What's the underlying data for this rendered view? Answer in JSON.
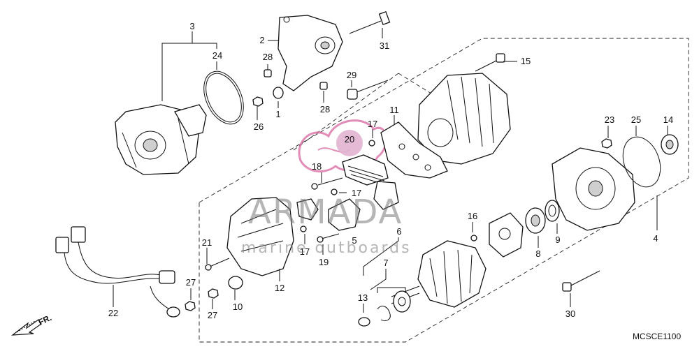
{
  "diagram": {
    "code": "MCSCE1100",
    "direction_label": "FR.",
    "watermark": {
      "brand": "ARMADA",
      "tagline": "marine outboards"
    },
    "callouts": {
      "c1": "1",
      "c2": "2",
      "c3": "3",
      "c4": "4",
      "c5": "5",
      "c6": "6",
      "c7": "7",
      "c8": "8",
      "c9": "9",
      "c10": "10",
      "c11": "11",
      "c12": "12",
      "c13": "13",
      "c14": "14",
      "c15": "15",
      "c16": "16",
      "c17a": "17",
      "c17b": "17",
      "c17c": "17",
      "c18": "18",
      "c19": "19",
      "c20": "20",
      "c21": "21",
      "c22": "22",
      "c23": "23",
      "c24": "24",
      "c25": "25",
      "c26": "26",
      "c27a": "27",
      "c27b": "27",
      "c28a": "28",
      "c28b": "28",
      "c29": "29",
      "c30": "30",
      "c31": "31"
    },
    "colors": {
      "line": "#111111",
      "logo_pink": "#d9679f",
      "highlight_circle": "#d79ac0",
      "watermark_gray": "#7a7a7a"
    }
  }
}
